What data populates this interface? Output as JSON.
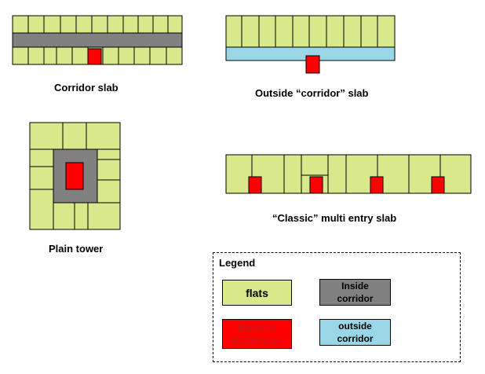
{
  "diagrams": {
    "corridor_slab": {
      "label": "Corridor slab"
    },
    "outside_corridor_slab": {
      "label": "Outside “corridor” slab"
    },
    "plain_tower": {
      "label": "Plain tower"
    },
    "classic_slab": {
      "label": "“Classic” multi entry slab"
    }
  },
  "legend": {
    "title": "Legend",
    "flats": "flats",
    "inside_corridor_line1": "Inside",
    "inside_corridor_line2": "corridor",
    "elevators_line1": "Elevators",
    "elevators_line2": "& staircases",
    "outside_corridor_line1": "outside",
    "outside_corridor_line2": "corridor"
  },
  "colors": {
    "flat": "#d8e88a",
    "inside_corridor": "#808080",
    "elevator": "#ff0000",
    "outside_corridor": "#99d6e6",
    "stroke": "#000000"
  }
}
